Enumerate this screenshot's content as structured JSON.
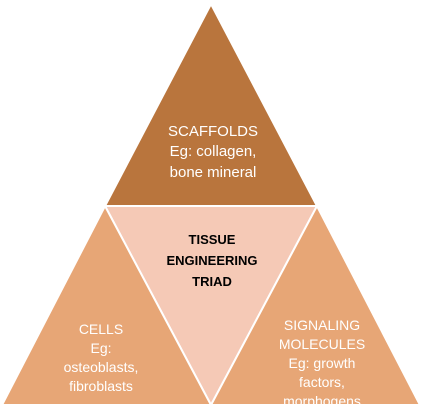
{
  "colors": {
    "top": "#b9753d",
    "center": "#f5c9b6",
    "bottom": "#e7a676",
    "edge": "#ffffff"
  },
  "scaffolds": {
    "title": "SCAFFOLDS",
    "line1": "Eg: collagen,",
    "line2": "bone mineral"
  },
  "center": {
    "line1": "TISSUE",
    "line2": "ENGINEERING",
    "line3": "TRIAD"
  },
  "cells": {
    "title": "CELLS",
    "line1": "Eg:",
    "line2": "osteoblasts,",
    "line3": "fibroblasts"
  },
  "signals": {
    "title1": "SIGNALING",
    "title2": "MOLECULES",
    "line1": "Eg: growth",
    "line2": "factors,",
    "line3": "morphogens"
  }
}
